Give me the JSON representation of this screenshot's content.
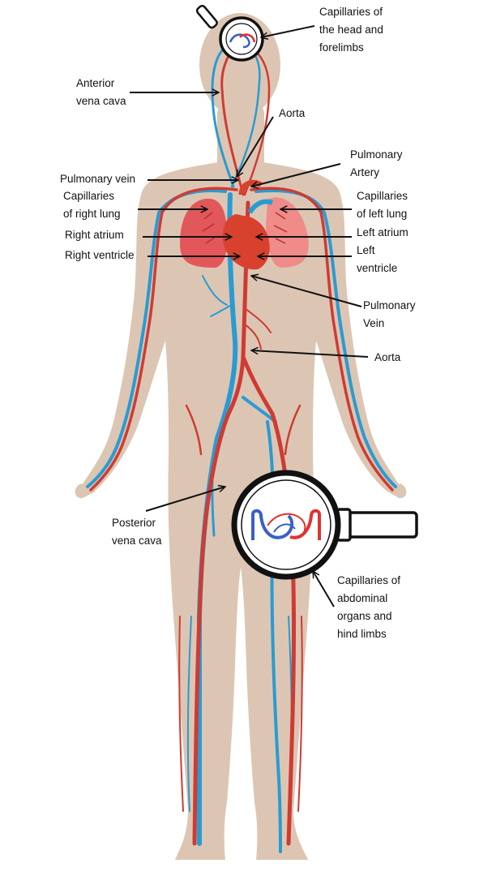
{
  "colors": {
    "skin": "#dcc6b3",
    "artery": "#cf3b33",
    "vein": "#2a9bd2",
    "heart": "#d9412f",
    "lung": "#e2585a",
    "lens_ring": "#111111",
    "capillary_blue": "#3a5fc8",
    "capillary_red": "#e0332e"
  },
  "icons": {
    "head_magnifier": "magnifier-icon",
    "abdomen_magnifier": "magnifier-icon"
  },
  "labels": {
    "cap_head": "Capillaries of\nthe head and\nforelimbs",
    "anterior_vena_cava": "Anterior\nvena cava",
    "aorta_top": "Aorta",
    "pulmonary_artery": "Pulmonary\nArtery",
    "pulmonary_vein_top": "Pulmonary vein",
    "cap_right_lung": "Capillaries\nof right lung",
    "cap_left_lung": "Capillaries\nof left lung",
    "right_atrium": "Right atrium",
    "left_atrium": "Left atrium",
    "right_ventricle": "Right ventricle",
    "left_ventricle": "Left\nventricle",
    "pulmonary_vein_lower": "Pulmonary\nVein",
    "aorta_lower": "Aorta",
    "posterior_vena_cava": "Posterior\nvena cava",
    "cap_abdominal": "Capillaries of\nabdominal\norgans and\nhind limbs"
  }
}
